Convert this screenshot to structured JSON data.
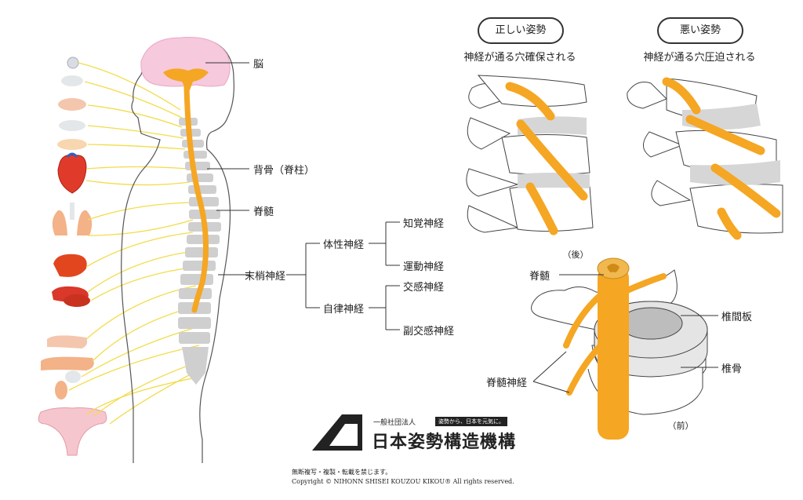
{
  "left_labels": {
    "brain": "脳",
    "spine": "背骨（脊柱）",
    "spinal_cord": "脊髄",
    "peripheral": "末梢神経"
  },
  "tree": {
    "somatic": "体性神経",
    "autonomic": "自律神経",
    "sensory": "知覚神経",
    "motor": "運動神経",
    "sympathetic": "交感神経",
    "parasympathetic": "副交感神経"
  },
  "posture": {
    "good_title": "正しい姿勢",
    "good_caption": "神経が通る穴確保される",
    "bad_title": "悪い姿勢",
    "bad_caption": "神経が通る穴圧迫される",
    "back_label": "（後）"
  },
  "vertebra": {
    "spinal_cord": "脊髄",
    "disc": "椎間板",
    "bone": "椎骨",
    "nerve": "脊髄神経",
    "front_label": "（前）"
  },
  "logo": {
    "org_type": "一般社団法人",
    "tagline": "姿勢から、日本を元気に。",
    "name": "日本姿勢構造機構"
  },
  "footer": {
    "notice": "無断複写・複製・転載を禁じます。",
    "copyright": "Copyright © NIHONN SHISEI KOUZOU KIKOU® All rights reserved."
  },
  "colors": {
    "nerve": "#f5a623",
    "nerve_fine": "#f2dc4a",
    "brain": "#f6c9dd",
    "bone": "#cfcfcf",
    "disc": "#d6d6d6",
    "line": "#333333"
  }
}
